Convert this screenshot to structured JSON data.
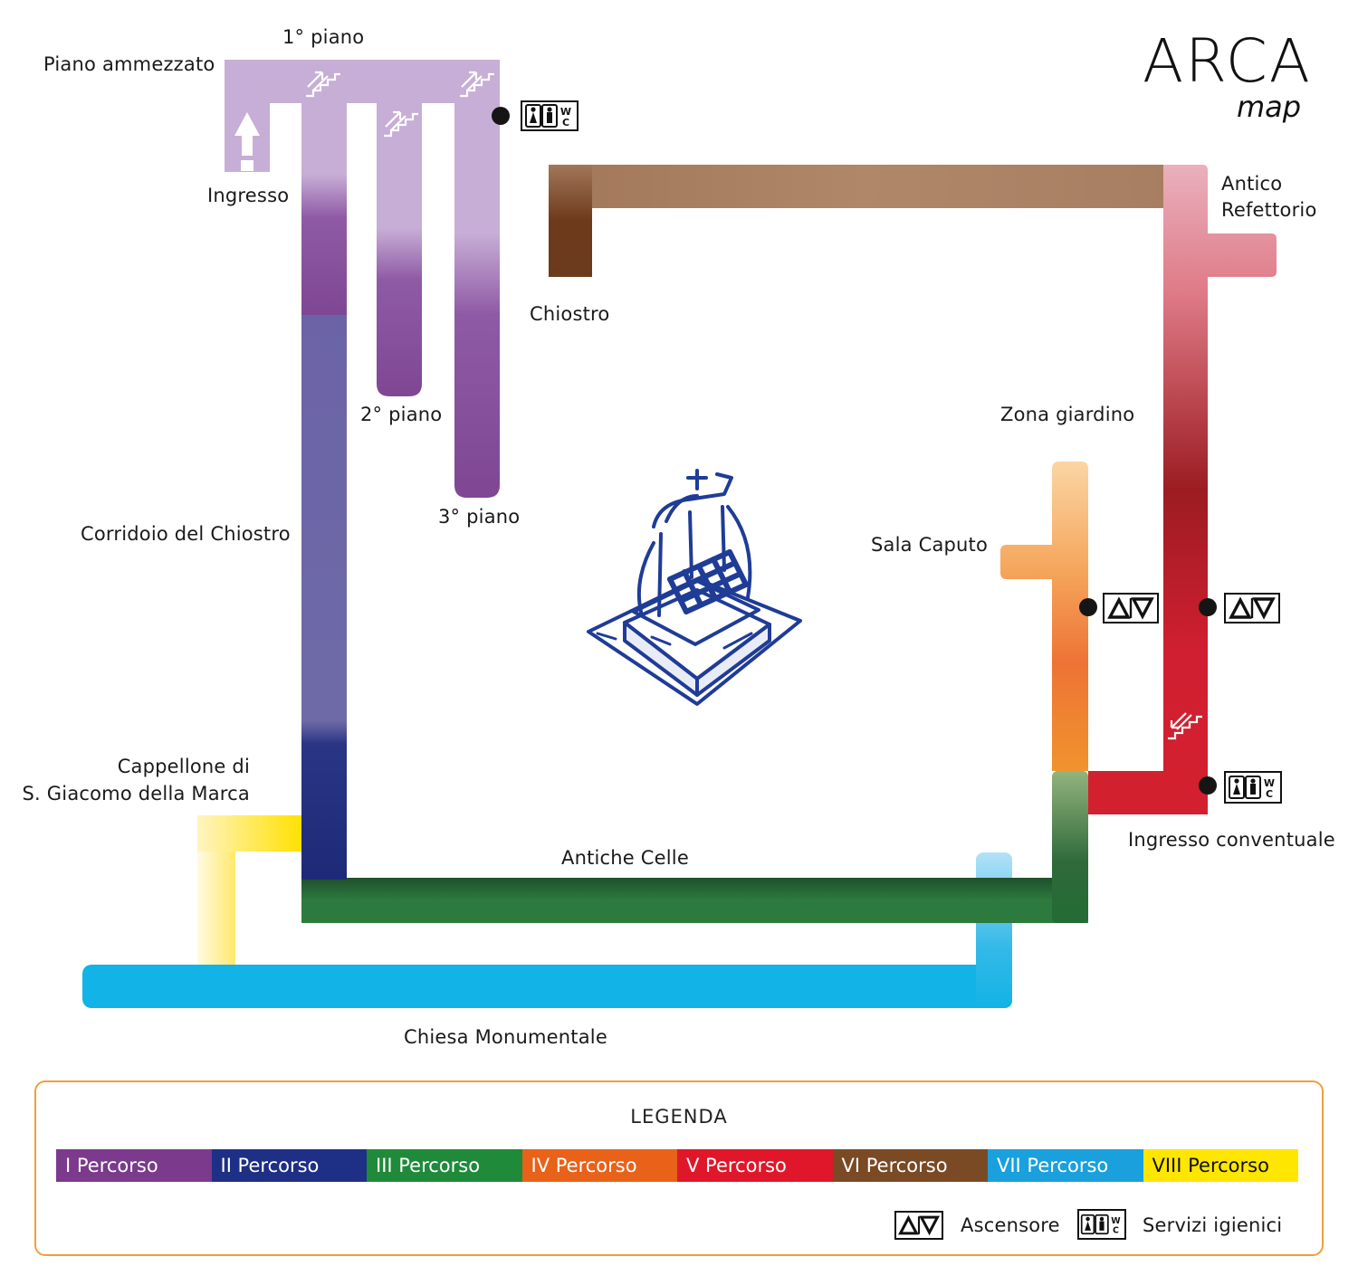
{
  "brand": {
    "title": "ARCA",
    "subtitle": "map"
  },
  "labels": {
    "piano_ammezzato": "Piano ammezzato",
    "primo_piano": "1° piano",
    "ingresso": "Ingresso",
    "secondo_piano": "2° piano",
    "terzo_piano": "3° piano",
    "chiostro": "Chiostro",
    "antico_refettorio_1": "Antico",
    "antico_refettorio_2": "Refettorio",
    "zona_giardino": "Zona giardino",
    "sala_caputo": "Sala Caputo",
    "corridoio_chiostro": "Corridoio del Chiostro",
    "cappellone_1": "Cappellone di",
    "cappellone_2": "S. Giacomo della Marca",
    "antiche_celle": "Antiche Celle",
    "ingresso_conventuale": "Ingresso conventuale",
    "chiesa_monumentale": "Chiesa Monumentale"
  },
  "legend": {
    "title": "LEGENDA",
    "routes": [
      {
        "label": "I Percorso",
        "color": "#7b3a8c"
      },
      {
        "label": "II Percorso",
        "color": "#1e2f86"
      },
      {
        "label": "III Percorso",
        "color": "#1f8a3a"
      },
      {
        "label": "IV Percorso",
        "color": "#e8621a"
      },
      {
        "label": "V Percorso",
        "color": "#e0172a"
      },
      {
        "label": "VI Percorso",
        "color": "#7a4a25"
      },
      {
        "label": "VII Percorso",
        "color": "#1aa0dc"
      },
      {
        "label": "VIII Percorso",
        "color": "#ffe600"
      }
    ],
    "elevator_label": "Ascensore",
    "toilet_label": "Servizi igienici"
  },
  "icons": {
    "elevator": "elevator-icon",
    "toilet": "toilet-icon",
    "stairs": "stairs-icon",
    "entrance_arrow": "entrance-arrow-icon",
    "monument": "monument-icon"
  }
}
